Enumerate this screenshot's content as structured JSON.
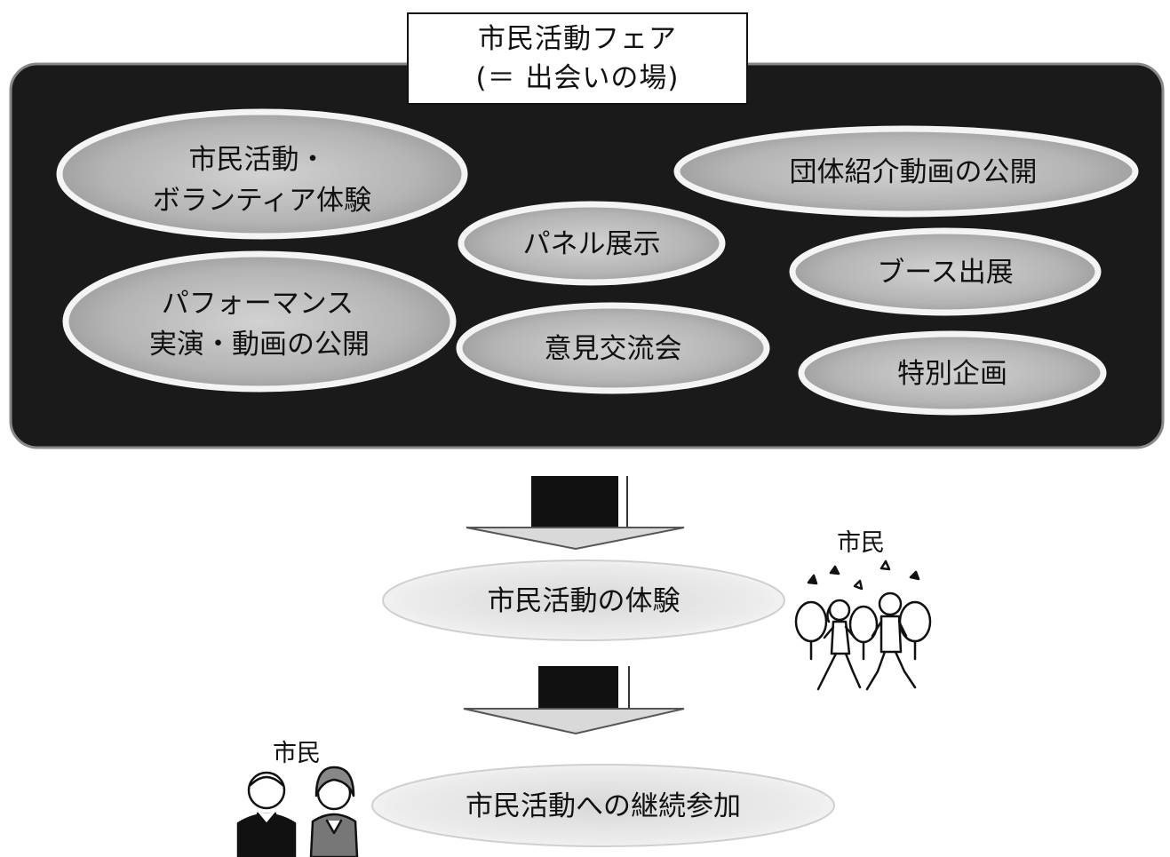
{
  "title": {
    "line1": "市民活動フェア",
    "line2": "(＝ 出会いの場)"
  },
  "activities": [
    {
      "id": "experience",
      "lines": [
        "市民活動・",
        "ボランティア体験"
      ]
    },
    {
      "id": "performance",
      "lines": [
        "パフォーマンス",
        "実演・動画の公開"
      ]
    },
    {
      "id": "panel",
      "lines": [
        "パネル展示"
      ]
    },
    {
      "id": "opinion",
      "lines": [
        "意見交流会"
      ]
    },
    {
      "id": "group-video",
      "lines": [
        "団体紹介動画の公開"
      ]
    },
    {
      "id": "booth",
      "lines": [
        "ブース出展"
      ]
    },
    {
      "id": "special",
      "lines": [
        "特別企画"
      ]
    }
  ],
  "steps": [
    {
      "id": "step1",
      "label": "市民活動の体験"
    },
    {
      "id": "step2",
      "label": "市民活動への継続参加"
    }
  ],
  "citizen_labels": [
    "市民",
    "市民"
  ],
  "colors": {
    "panel": "#1a1a1a",
    "ellipse_fill": "#bdbdbd",
    "ellipse_stroke": "#f4f4f4",
    "step_fill": "#e6e6e6"
  }
}
